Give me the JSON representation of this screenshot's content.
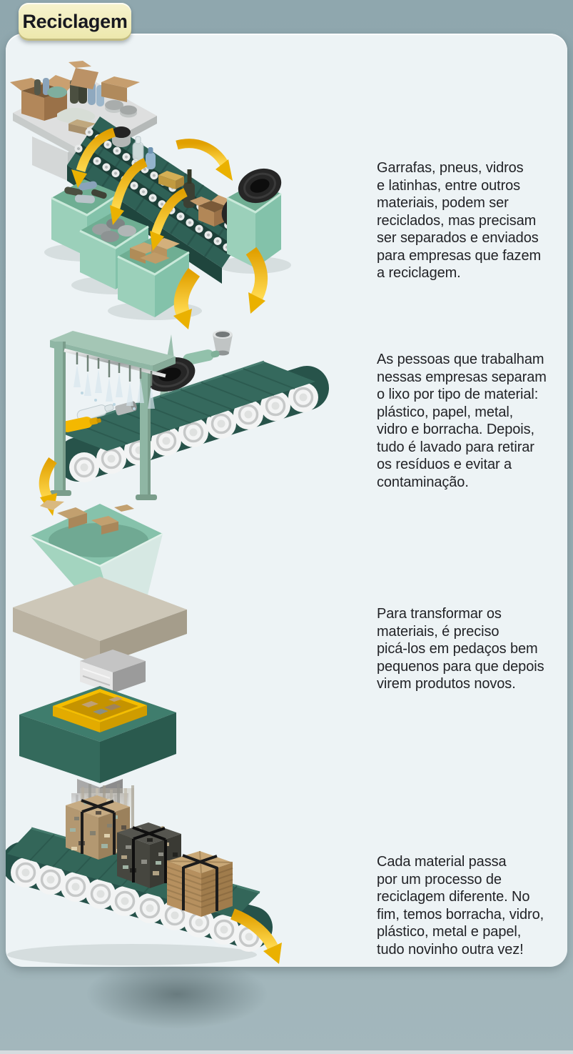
{
  "header": {
    "badge_title": "Reciclagem"
  },
  "steps": [
    {
      "illustration": "mixed-waste-table-and-sorting-conveyor-with-bins",
      "text": "Garrafas, pneus, vidros e latinhas, entre outros materiais, podem ser reciclados, mas precisam ser separados e enviados para empresas que fazem a reciclagem.",
      "lines": [
        "Garrafas, pneus, vidros",
        "e latinhas, entre outros",
        "materiais, podem ser",
        "reciclados, mas precisam",
        "ser separados e enviados",
        "para empresas que fazem",
        "a reciclagem."
      ]
    },
    {
      "illustration": "washing-station-conveyor",
      "text": "As pessoas que trabalham nessas empresas separam o lixo por tipo de material: plástico, papel, metal, vidro e borracha. Depois, tudo é lavado para retirar os resíduos e evitar a contaminação.",
      "lines": [
        "As pessoas que trabalham",
        "nessas empresas separam",
        "o lixo por tipo de material:",
        "plástico, papel, metal,",
        "vidro e borracha. Depois,",
        "tudo é lavado para retirar",
        "os resíduos e evitar a",
        "contaminação."
      ]
    },
    {
      "illustration": "shredder-press-machine",
      "text": "Para transformar os materiais, é preciso picá-los em pedaços bem pequenos para que depois virem produtos novos.",
      "lines": [
        "Para transformar os",
        "materiais, é preciso",
        "picá-los em pedaços bem",
        "pequenos para que depois",
        "virem produtos novos."
      ]
    },
    {
      "illustration": "output-conveyor-with-recycled-bales",
      "text": "Cada material passa por um processo de reciclagem diferente. No fim, temos borracha, vidro, plástico, metal e papel, tudo novinho outra vez!",
      "lines": [
        "Cada material passa",
        "por um processo de",
        "reciclagem diferente. No",
        "fim, temos borracha, vidro,",
        "plástico, metal e papel,",
        "tudo novinho outra vez!"
      ]
    }
  ],
  "colors": {
    "page_background": "#93aab1",
    "panel_background": "#edf3f5",
    "badge_background": "#f1edbc",
    "badge_text": "#17181f",
    "body_text": "#222327",
    "conveyor_teal": "#2f6156",
    "mint_box_green": "#9bd0ba",
    "sage_frame_green": "#8fb6a4",
    "arrow_gold": "#f0b400",
    "tray_yellow": "#f5bd00",
    "cardboard_tan": "#b28757"
  }
}
